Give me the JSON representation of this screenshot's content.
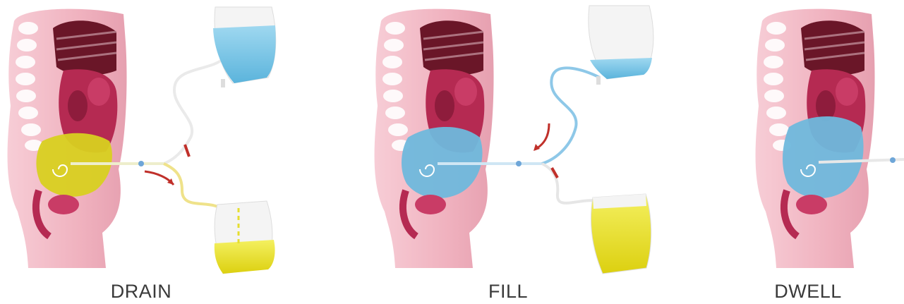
{
  "panels": [
    {
      "id": "drain",
      "label": "DRAIN",
      "state": "drain"
    },
    {
      "id": "fill",
      "label": "FILL",
      "state": "fill"
    },
    {
      "id": "dwell",
      "label": "DWELL",
      "state": "dwell"
    }
  ],
  "colors": {
    "dialysate_fresh": "#7cc6e6",
    "dialysate_used": "#e8e020",
    "skin": "#f2b8c3",
    "skin_dark": "#e08fa0",
    "spine": "#ffffff",
    "organ_dark": "#5e1020",
    "organ_mid": "#b52a52",
    "tube_clamp": "#c0302a",
    "flow_arrow": "#c0302a",
    "caption_text": "#3a3a3a"
  },
  "icons": [
    "flow-arrow-icon",
    "clamp-icon"
  ]
}
